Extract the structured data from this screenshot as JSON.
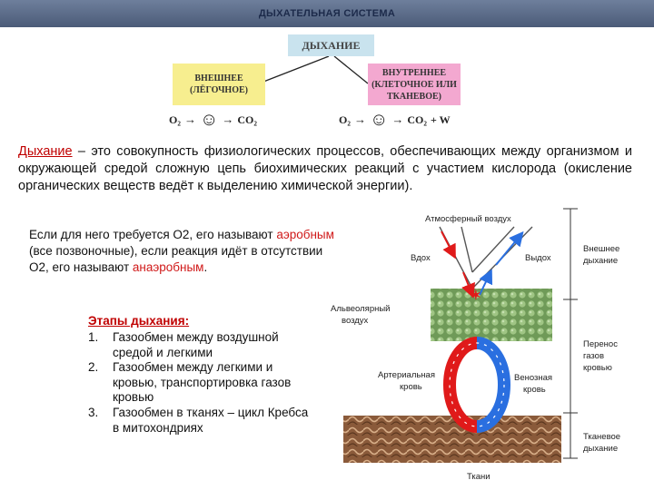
{
  "header": {
    "title": "ДЫХАТЕЛЬНАЯ СИСТЕМА"
  },
  "scheme": {
    "main": "ДЫХАНИЕ",
    "external_line1": "ВНЕШНЕЕ",
    "external_line2": "(ЛЁГОЧНОЕ)",
    "internal_line1": "ВНУТРЕННЕЕ",
    "internal_line2": "(КЛЕТОЧНОЕ ИЛИ",
    "internal_line3": "ТКАНЕВОЕ)",
    "formula_ext": {
      "in": "O₂",
      "out": "CO₂"
    },
    "formula_int": {
      "in": "O₂",
      "out": "CO₂",
      "extra": "+ W"
    }
  },
  "definition": {
    "term": "Дыхание",
    "text": " – это совокупность физиологических процессов, обеспечивающих между организмом и окружающей средой сложную цепь биохимических реакций с участием кислорода (окисление органических веществ ведёт к выделению химической энергии)."
  },
  "aerobic": {
    "p1": "Если для него требуется O2, его называют ",
    "aerobic_word": "аэробным",
    "p2": " (все позвоночные), если реакция идёт в отсутствии O2, его называют ",
    "anaerobic_word": "анаэробным",
    "p3": "."
  },
  "stages": {
    "title": "Этапы дыхания:",
    "items": [
      {
        "num": "1.",
        "text": "Газообмен между воздушной средой и легкими"
      },
      {
        "num": "2.",
        "text": "Газообмен между легкими и кровью, транспортировка газов кровью"
      },
      {
        "num": "3.",
        "text": "Газообмен в тканях – цикл Кребса в митохондриях"
      }
    ]
  },
  "diagram": {
    "atmospheric_air": "Атмосферный воздух",
    "inhale": "Вдох",
    "exhale": "Выдох",
    "alveolar_1": "Альвеолярный",
    "alveolar_2": "воздух",
    "arterial_1": "Артериальная",
    "arterial_2": "кровь",
    "venous_1": "Венозная",
    "venous_2": "кровь",
    "tissues": "Ткани",
    "external_1": "Внешнее",
    "external_2": "дыхание",
    "transport_1": "Перенос",
    "transport_2": "газов",
    "transport_3": "кровью",
    "tissue_resp_1": "Тканевое",
    "tissue_resp_2": "дыхание"
  },
  "colors": {
    "accent_red": "#c00000",
    "arterial": "#e01a1a",
    "venous": "#2a6fe0"
  }
}
